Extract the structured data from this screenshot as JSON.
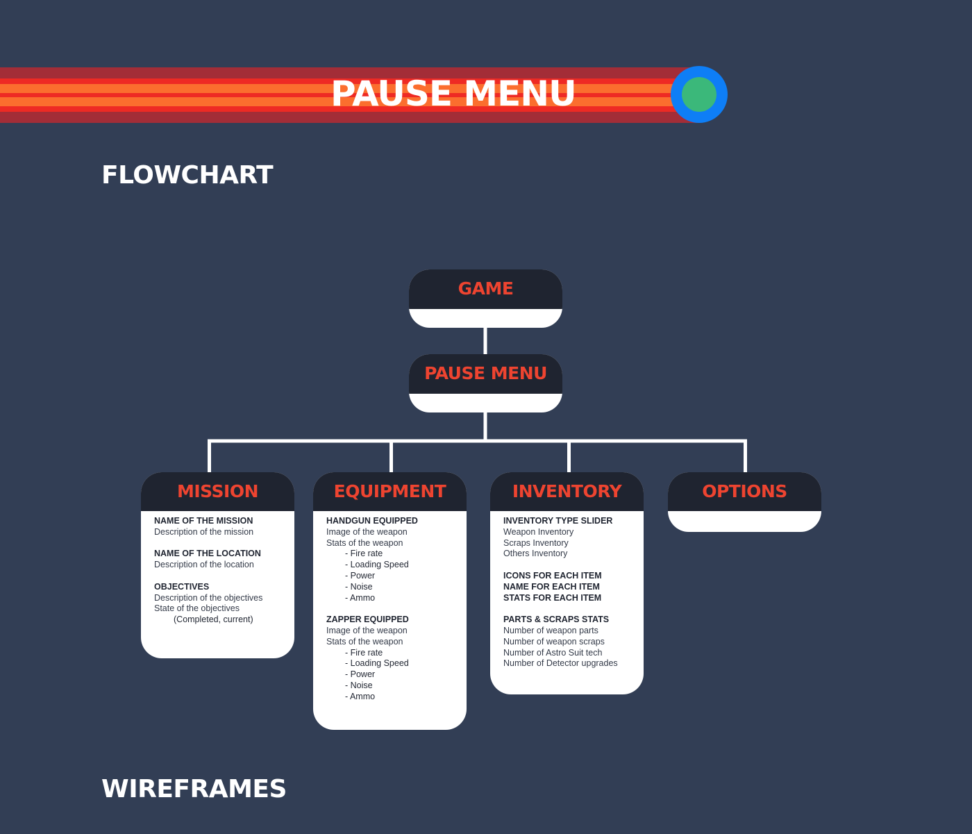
{
  "header": {
    "title": "PAUSE MENU",
    "colors": {
      "stripe_dark": "#a32d37",
      "stripe_red": "#ee2a24",
      "stripe_orange": "#fb6e2e",
      "badge_blue": "#0e7ef6",
      "badge_green": "#3bb87a"
    }
  },
  "sections": {
    "flowchart": "FLOWCHART",
    "wireframes": "WIREFRAMES"
  },
  "flowchart": {
    "game": {
      "title": "GAME"
    },
    "pause_menu": {
      "title": "PAUSE MENU"
    },
    "mission": {
      "title": "MISSION",
      "lines": [
        {
          "text": "NAME OF THE MISSION",
          "style": "h"
        },
        {
          "text": "Description of the mission",
          "style": "d"
        },
        {
          "text": "",
          "style": "gap"
        },
        {
          "text": "NAME OF THE LOCATION",
          "style": "h"
        },
        {
          "text": "Description of the location",
          "style": "d"
        },
        {
          "text": "",
          "style": "gap"
        },
        {
          "text": "OBJECTIVES",
          "style": "h"
        },
        {
          "text": "Description of the objectives",
          "style": "d"
        },
        {
          "text": "State of the objectives",
          "style": "d"
        },
        {
          "text": "(Completed, current)",
          "style": "sub2"
        }
      ]
    },
    "equipment": {
      "title": "EQUIPMENT",
      "lines": [
        {
          "text": "HANDGUN EQUIPPED",
          "style": "h"
        },
        {
          "text": "Image of the weapon",
          "style": "d"
        },
        {
          "text": "Stats of the weapon",
          "style": "d"
        },
        {
          "text": "- Fire rate",
          "style": "sub"
        },
        {
          "text": "- Loading Speed",
          "style": "sub"
        },
        {
          "text": "- Power",
          "style": "sub"
        },
        {
          "text": "- Noise",
          "style": "sub"
        },
        {
          "text": "- Ammo",
          "style": "sub"
        },
        {
          "text": "",
          "style": "gap"
        },
        {
          "text": "ZAPPER EQUIPPED",
          "style": "h"
        },
        {
          "text": "Image of the weapon",
          "style": "d"
        },
        {
          "text": "Stats of the weapon",
          "style": "d"
        },
        {
          "text": "- Fire rate",
          "style": "sub"
        },
        {
          "text": "- Loading Speed",
          "style": "sub"
        },
        {
          "text": "- Power",
          "style": "sub"
        },
        {
          "text": "- Noise",
          "style": "sub"
        },
        {
          "text": "- Ammo",
          "style": "sub"
        }
      ]
    },
    "inventory": {
      "title": "INVENTORY",
      "lines": [
        {
          "text": "INVENTORY TYPE SLIDER",
          "style": "h"
        },
        {
          "text": "Weapon Inventory",
          "style": "d"
        },
        {
          "text": "Scraps Inventory",
          "style": "d"
        },
        {
          "text": "Others Inventory",
          "style": "d"
        },
        {
          "text": "",
          "style": "gap"
        },
        {
          "text": "ICONS FOR EACH ITEM",
          "style": "h"
        },
        {
          "text": "NAME FOR EACH ITEM",
          "style": "h"
        },
        {
          "text": "STATS FOR EACH ITEM",
          "style": "h"
        },
        {
          "text": "",
          "style": "gap"
        },
        {
          "text": "PARTS & SCRAPS STATS",
          "style": "h"
        },
        {
          "text": "Number of weapon parts",
          "style": "d"
        },
        {
          "text": "Number of weapon scraps",
          "style": "d"
        },
        {
          "text": "Number of Astro Suit tech",
          "style": "d"
        },
        {
          "text": "Number of Detector upgrades",
          "style": "d"
        }
      ]
    },
    "options": {
      "title": "OPTIONS"
    }
  }
}
